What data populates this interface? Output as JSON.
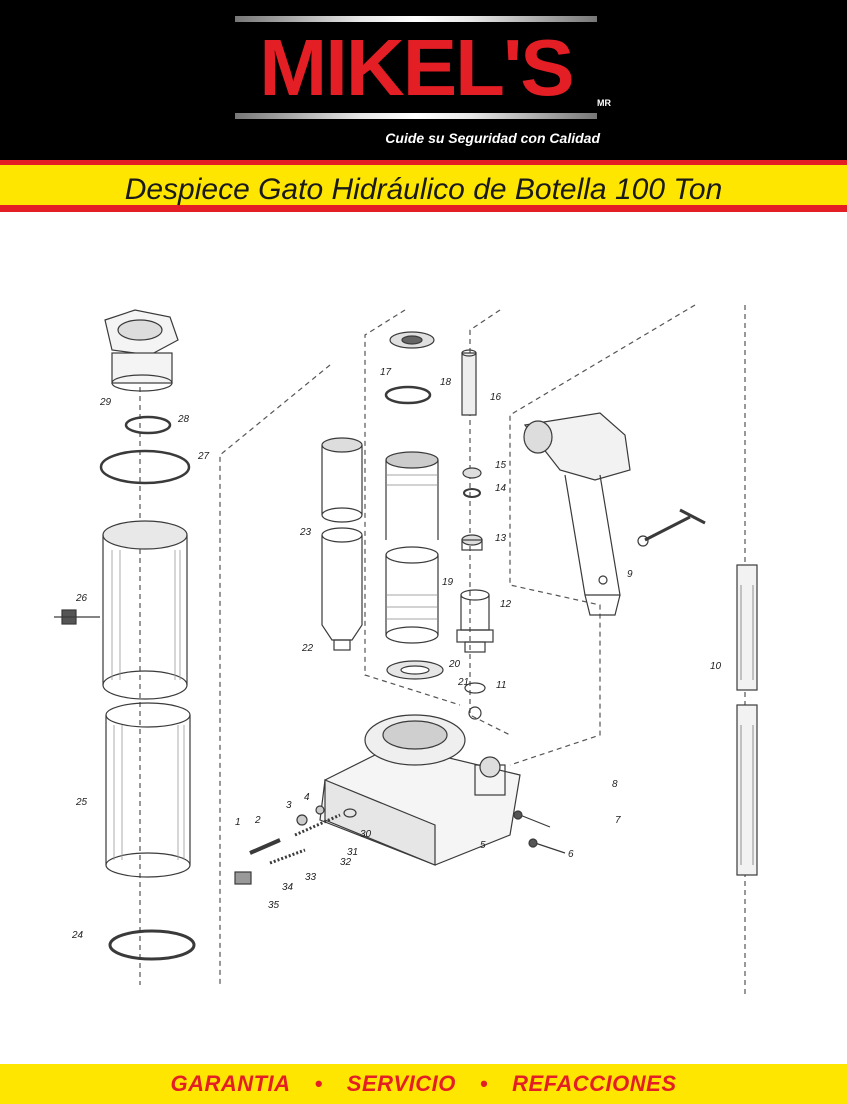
{
  "brand": {
    "logo": "MIKEL'S",
    "registered_mark": "MR",
    "tagline": "Cuide su Seguridad con Calidad",
    "colors": {
      "red": "#e31e24",
      "yellow": "#ffe600",
      "black": "#000000"
    }
  },
  "title": "Despiece Gato Hidráulico de Botella 100 Ton",
  "diagram": {
    "part_labels": [
      "1",
      "2",
      "3",
      "4",
      "5",
      "6",
      "7",
      "8",
      "9",
      "10",
      "11",
      "12",
      "13",
      "14",
      "15",
      "16",
      "17",
      "18",
      "19",
      "20",
      "21",
      "22",
      "23",
      "24",
      "25",
      "26",
      "27",
      "28",
      "29",
      "30",
      "31",
      "32",
      "33",
      "34",
      "35"
    ]
  },
  "footer": {
    "items": [
      "GARANTIA",
      "SERVICIO",
      "REFACCIONES"
    ],
    "separator": "•"
  }
}
